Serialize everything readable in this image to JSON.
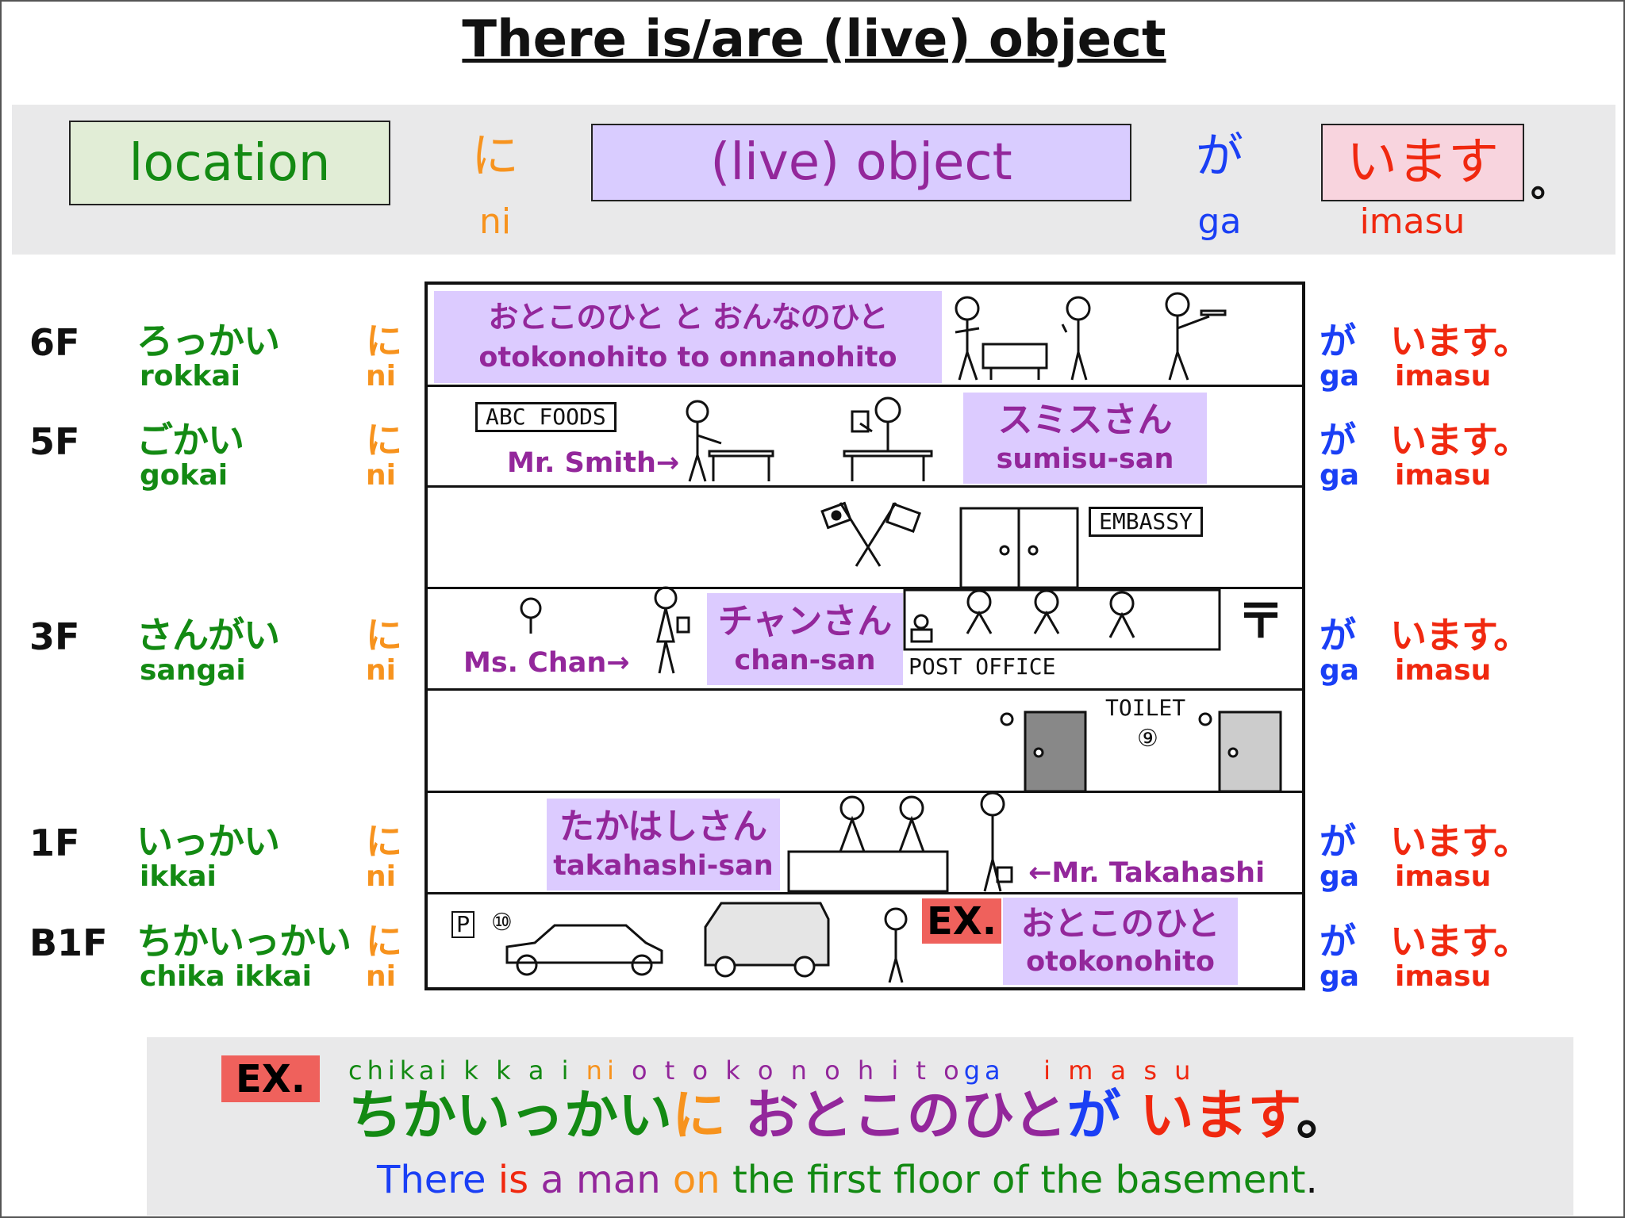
{
  "title": "There is/are (live) object",
  "pattern": {
    "location": "location",
    "ni_kana": "に",
    "ni_romaji": "ni",
    "object": "(live) object",
    "ga_kana": "が",
    "ga_romaji": "ga",
    "imasu_kana": "います",
    "imasu_romaji": "imasu",
    "period": "。"
  },
  "floors": [
    {
      "floor": "6F",
      "kana": "ろっかい",
      "romaji": "rokkai",
      "ni": "に",
      "ni_r": "ni",
      "ga": "が",
      "ga_r": "ga",
      "imasu": "います。",
      "imasu_r": "imasu"
    },
    {
      "floor": "5F",
      "kana": "ごかい",
      "romaji": "gokai",
      "ni": "に",
      "ni_r": "ni",
      "ga": "が",
      "ga_r": "ga",
      "imasu": "います。",
      "imasu_r": "imasu"
    },
    {
      "floor": "3F",
      "kana": "さんがい",
      "romaji": "sangai",
      "ni": "に",
      "ni_r": "ni",
      "ga": "が",
      "ga_r": "ga",
      "imasu": "います。",
      "imasu_r": "imasu"
    },
    {
      "floor": "1F",
      "kana": "いっかい",
      "romaji": "ikkai",
      "ni": "に",
      "ni_r": "ni",
      "ga": "が",
      "ga_r": "ga",
      "imasu": "います。",
      "imasu_r": "imasu"
    },
    {
      "floor": "B1F",
      "kana": "ちかいっかい",
      "romaji": "chika ikkai",
      "ni": "に",
      "ni_r": "ni",
      "ga": "が",
      "ga_r": "ga",
      "imasu": "います。",
      "imasu_r": "imasu"
    }
  ],
  "building": {
    "f6": {
      "kana": "おとこのひと と おんなのひと",
      "romaji": "otokonohito to onnanohito"
    },
    "f5": {
      "sign": "ABC FOODS",
      "pointer": "Mr. Smith→",
      "kana": "スミスさん",
      "romaji": "sumisu-san"
    },
    "f4": {
      "sign": "EMBASSY"
    },
    "f3": {
      "pointer": "Ms. Chan→",
      "kana": "チャンさん",
      "romaji": "chan-san",
      "sign": "POST OFFICE",
      "postmark": "〒"
    },
    "f2": {
      "sign": "TOILET",
      "number": "⑨"
    },
    "f1": {
      "kana": "たかはしさん",
      "romaji": "takahashi-san",
      "pointer": "←Mr. Takahashi"
    },
    "b1": {
      "parking": "P",
      "number": "⑩",
      "ex": "EX.",
      "kana": "おとこのひと",
      "romaji": "otokonohito"
    }
  },
  "example": {
    "label": "EX.",
    "romaji": [
      {
        "t": "chikai k k a i ",
        "c": "g"
      },
      {
        "t": "ni ",
        "c": "o"
      },
      {
        "t": "o t o k o n o h i t o",
        "c": "p"
      },
      {
        "t": "ga",
        "c": "b"
      },
      {
        "t": "   i m a s u",
        "c": "r"
      }
    ],
    "kana": [
      {
        "t": "ちかいっかい",
        "c": "g"
      },
      {
        "t": "に",
        "c": "o"
      },
      {
        "t": " おとこのひと",
        "c": "p"
      },
      {
        "t": "が",
        "c": "b"
      },
      {
        "t": " います",
        "c": "r"
      },
      {
        "t": "。",
        "c": "k"
      }
    ],
    "english": [
      {
        "t": "There ",
        "c": "b"
      },
      {
        "t": "is ",
        "c": "r"
      },
      {
        "t": "a man ",
        "c": "p"
      },
      {
        "t": "on ",
        "c": "o"
      },
      {
        "t": "the first floor of the basement",
        "c": "g"
      },
      {
        "t": ".",
        "c": "k"
      }
    ]
  },
  "colors": {
    "green": "#138a13",
    "orange": "#f7931e",
    "purple": "#93279b",
    "blue": "#1a3ff5",
    "red": "#f0280f"
  }
}
